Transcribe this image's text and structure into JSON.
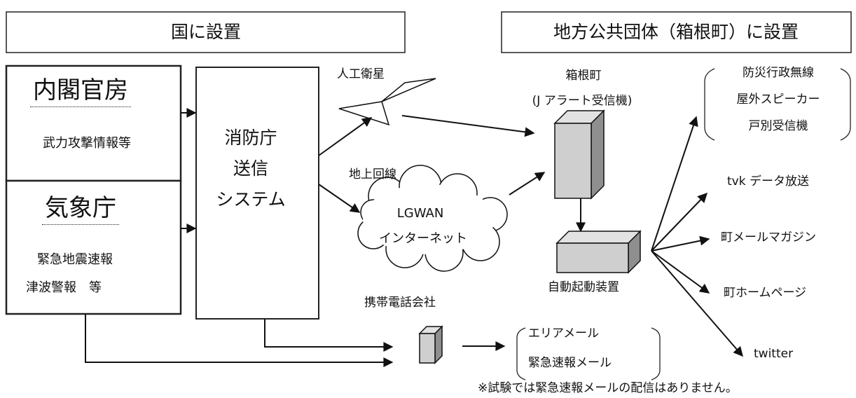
{
  "headers": {
    "national": "国に設置",
    "local": "地方公共団体（箱根町）に設置"
  },
  "sources": {
    "cabinet": {
      "title": "内閣官房",
      "detail": "武力攻撃情報等"
    },
    "jma": {
      "title": "気象庁",
      "detail_lines": [
        "緊急地震速報",
        "津波警報　等"
      ]
    }
  },
  "fdma": {
    "lines": [
      "消防庁",
      "送信",
      "システム"
    ]
  },
  "channels": {
    "satellite": "人工衛星",
    "ground": "地上回線",
    "cloud": [
      "LGWAN",
      "インターネット"
    ]
  },
  "receiver": {
    "lines": [
      "箱根町",
      "(J アラート受信機)"
    ],
    "auto_device": "自動起動装置"
  },
  "carrier": "携帯電話会社",
  "carrier_outputs": [
    "エリアメール",
    "緊急速報メール"
  ],
  "outputs": {
    "musen_lines": [
      "防災行政無線",
      "屋外スピーカー",
      "戸別受信機"
    ],
    "tvk": "tvk データ放送",
    "mail_magazine": "町メールマガジン",
    "homepage": "町ホームページ",
    "twitter": "twitter"
  },
  "footnote": "※試験では緊急速報メールの配信はありません。"
}
